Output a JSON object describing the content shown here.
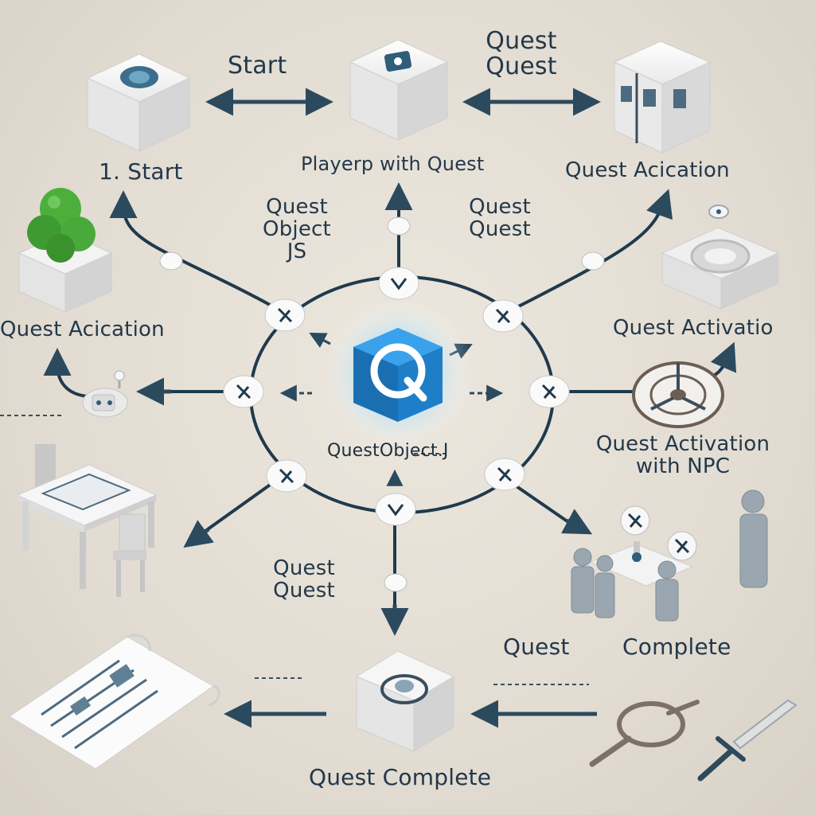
{
  "center": {
    "label": "QuestObject.J",
    "icon": "quest-q-icon",
    "color": "#1b86d6"
  },
  "labels": {
    "start_top": "Start",
    "quest_quest_top_1": "Quest",
    "quest_quest_top_2": "Quest",
    "start_numbered": "1. Start",
    "player_with_quest": "Playerp with Quest",
    "quest_acication_right": "Quest Acication",
    "quest_object_js_1": "Quest",
    "quest_object_js_2": "Object",
    "quest_object_js_3": "JS",
    "quest_quest_mid_1": "Quest",
    "quest_quest_mid_2": "Quest",
    "quest_acication_left": "Quest Acication",
    "quest_activatio_right": "Quest Activatio",
    "quest_activation_npc_1": "Quest Activation",
    "quest_activation_npc_2": "with  NPC",
    "quest_quest_low_1": "Quest",
    "quest_quest_low_2": "Quest",
    "quest_complete_split_1": "Quest",
    "quest_complete_split_2": "Complete",
    "quest_complete_bottom": "Quest Complete"
  },
  "colors": {
    "arrow": "#2c4a5e",
    "line": "#1f3a4d",
    "accent": "#1b86d6",
    "plant": "#4caf3c",
    "box": "#f4f4f4"
  },
  "icons": {
    "top_left": "box-screen-icon",
    "top_center": "box-fan-icon",
    "top_right": "box-door-icon",
    "left_plant": "potted-plant-icon",
    "right_ring": "ring-pedestal-icon",
    "left_robot": "small-robot-icon",
    "right_target": "target-dial-icon",
    "left_desk": "desk-chairs-icon",
    "right_meeting": "npc-meeting-icon",
    "bottom_left": "scroll-map-icon",
    "bottom_center": "chest-button-icon",
    "bottom_right": "magnifier-sword-icon"
  }
}
